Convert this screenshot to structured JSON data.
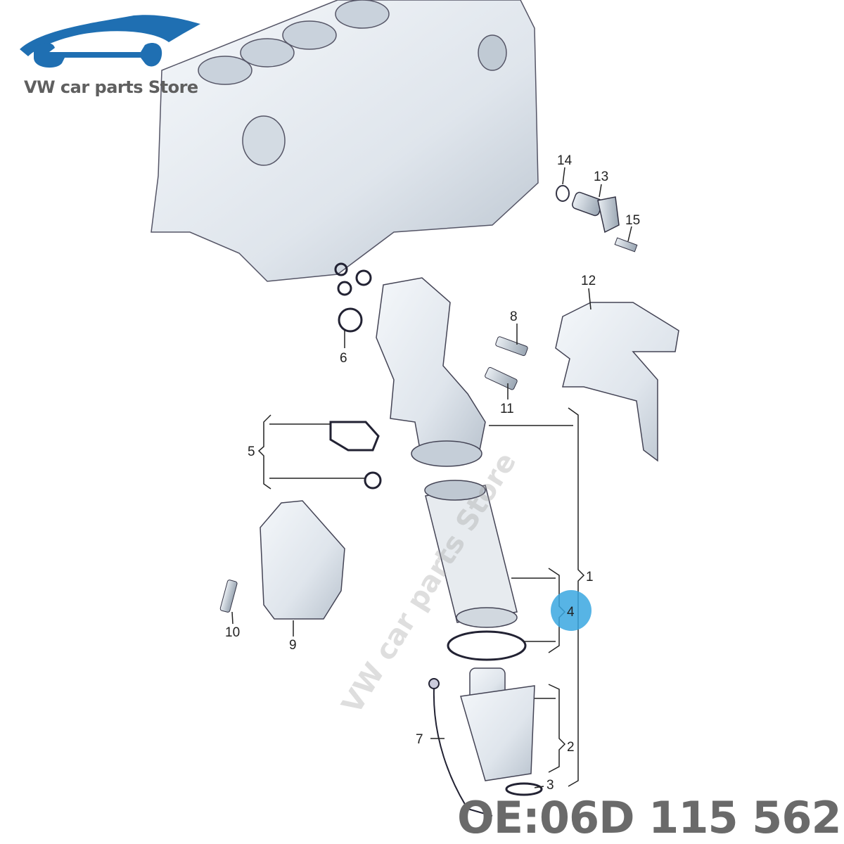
{
  "logo": {
    "text": "VW car parts Store",
    "color": "#1f6fb2"
  },
  "watermark": "VW car parts Store",
  "oe_number": "OE:06D 115 562",
  "highlight_color": "#3aa7e0",
  "callouts": [
    "1",
    "2",
    "3",
    "4",
    "5",
    "6",
    "7",
    "8",
    "9",
    "10",
    "11",
    "12",
    "13",
    "14",
    "15"
  ]
}
